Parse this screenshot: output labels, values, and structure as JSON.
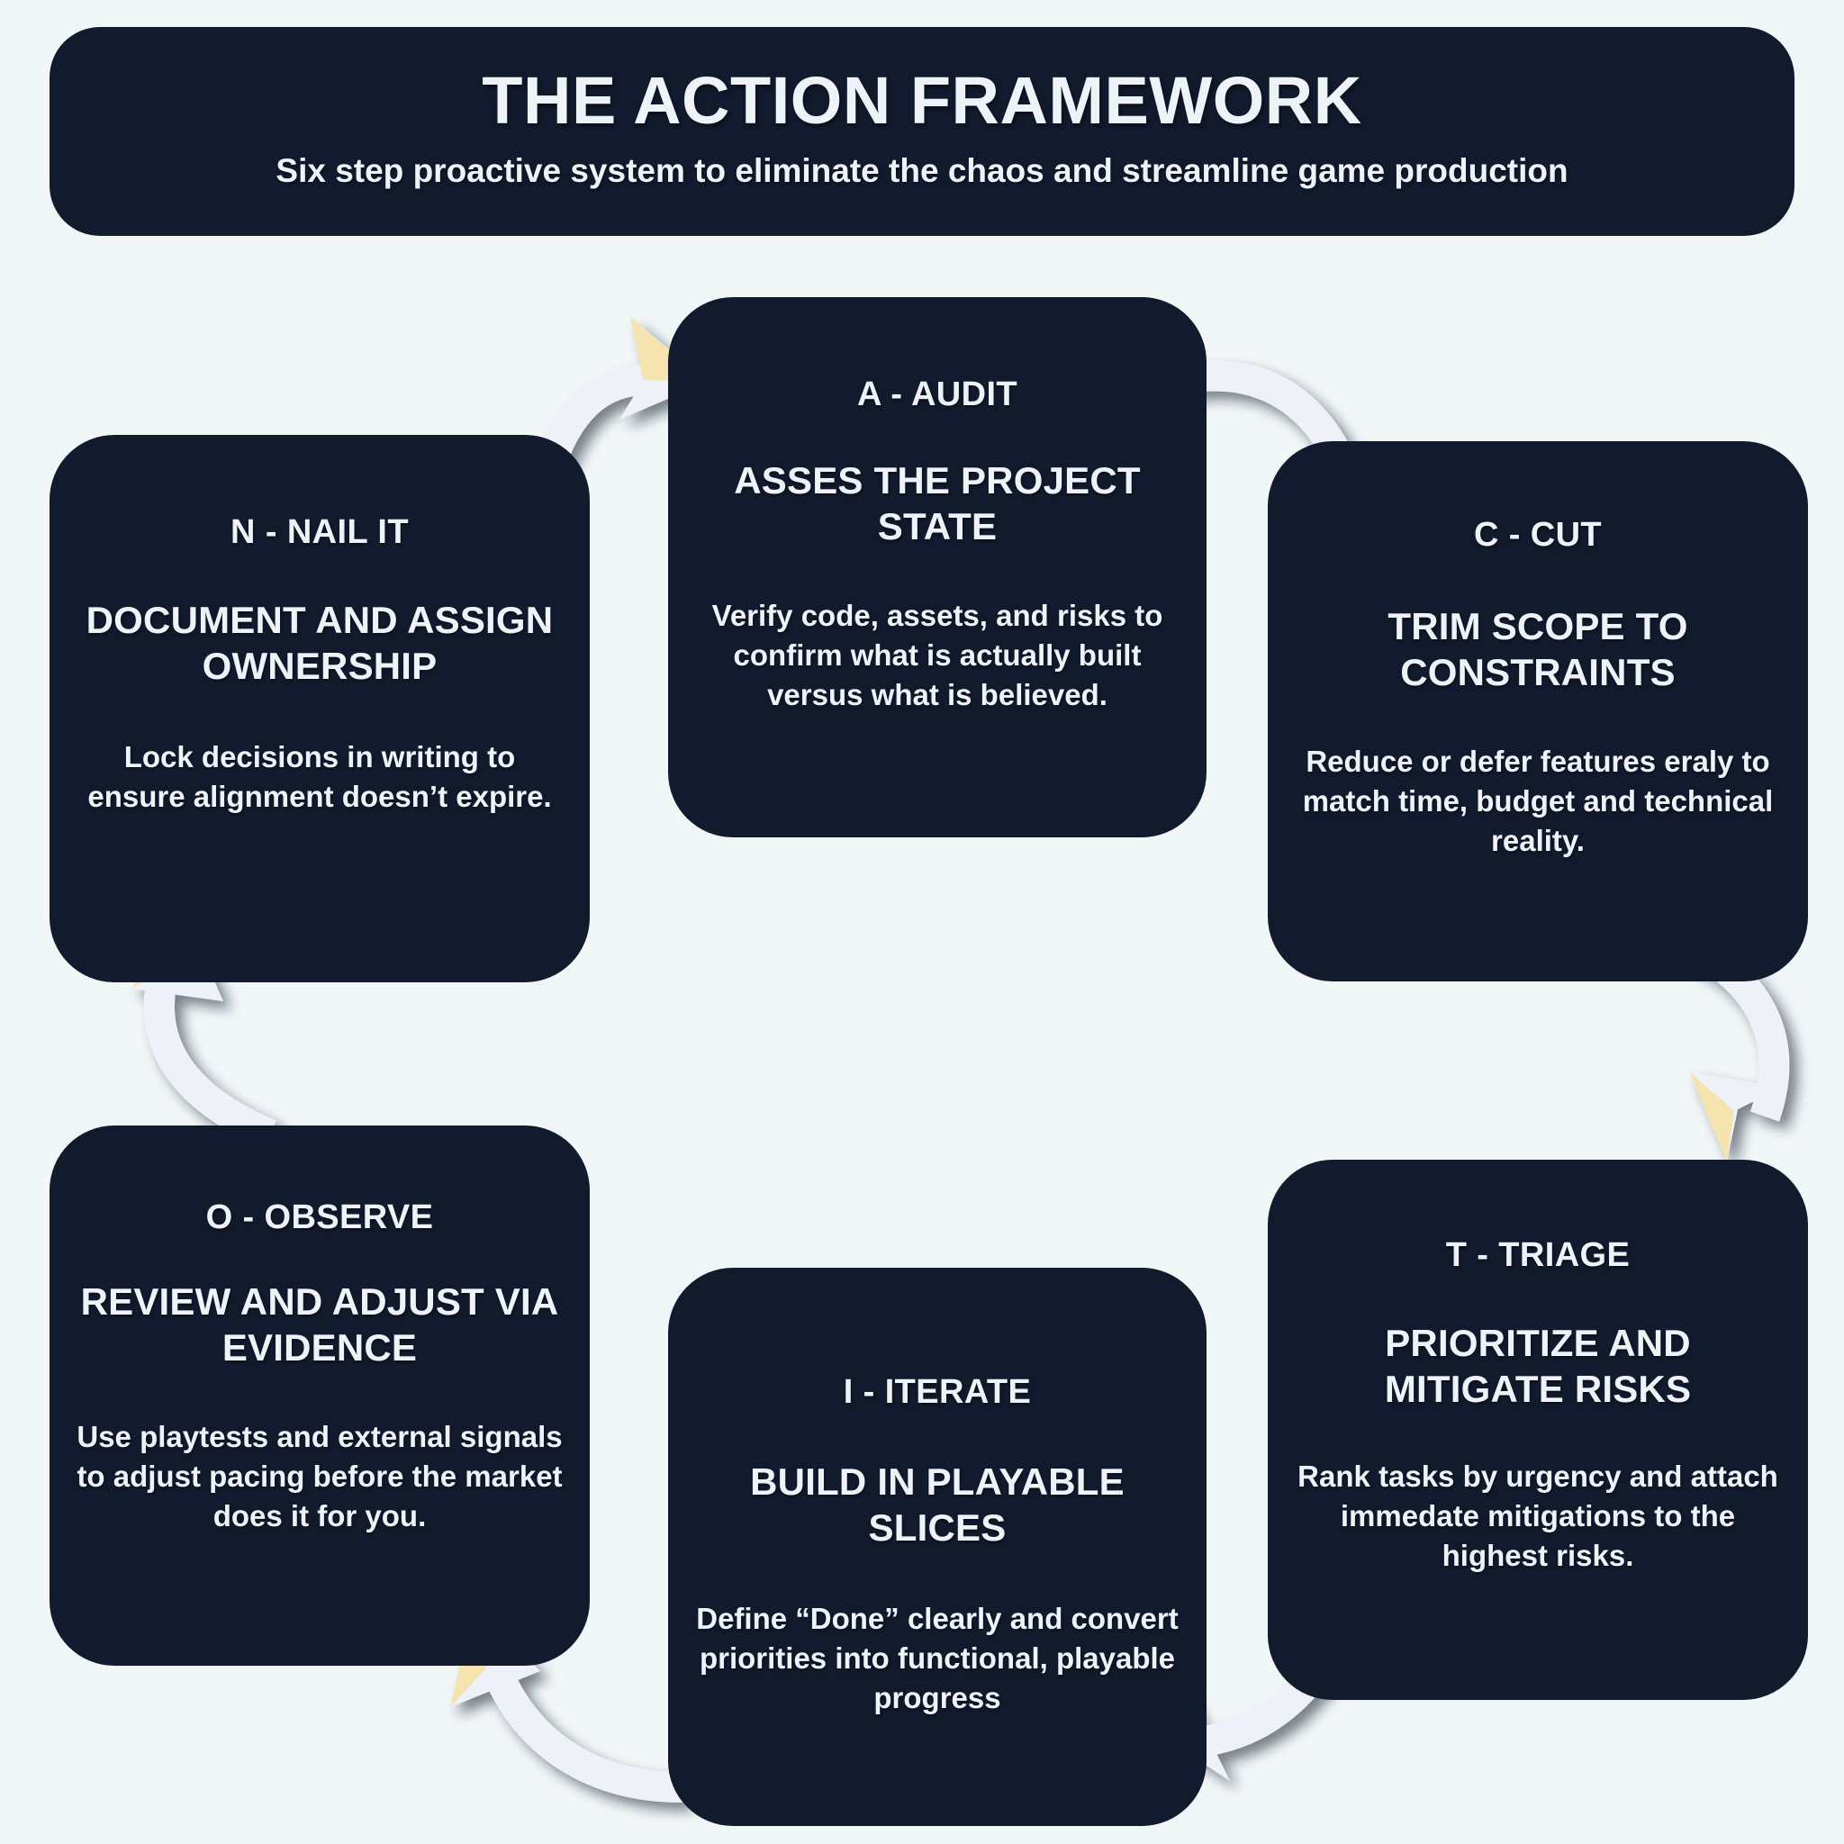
{
  "header": {
    "title": "THE ACTION FRAMEWORK",
    "subtitle": "Six step proactive system to eliminate the chaos and streamline game production"
  },
  "colors": {
    "background": "#f1f6f7",
    "card": "#121a2e",
    "text": "#eef3f8",
    "arrow_fill": "#eef1f8",
    "arrow_shadow": "#121a2e",
    "arrow_highlight": "#f5e3b0"
  },
  "steps": [
    {
      "id": "audit",
      "key": "A - AUDIT",
      "headline": "ASSES THE PROJECT STATE",
      "body": "Verify code, assets, and risks to confirm what is actually built versus what is believed."
    },
    {
      "id": "cut",
      "key": "C - CUT",
      "headline": "TRIM SCOPE TO CONSTRAINTS",
      "body": "Reduce or defer features eraly to match time, budget and technical reality."
    },
    {
      "id": "triage",
      "key": "T - TRIAGE",
      "headline": "PRIORITIZE AND MITIGATE RISKS",
      "body": "Rank tasks by urgency and attach immedate mitigations to the highest risks."
    },
    {
      "id": "iterate",
      "key": "I - ITERATE",
      "headline": "BUILD IN PLAYABLE SLICES",
      "body": "Define “Done” clearly and convert priorities into functional, playable progress"
    },
    {
      "id": "observe",
      "key": "O - OBSERVE",
      "headline": "REVIEW AND ADJUST VIA EVIDENCE",
      "body": "Use playtests and external signals to adjust pacing before the market does it for you."
    },
    {
      "id": "nail",
      "key": "N - NAIL IT",
      "headline": "DOCUMENT AND ASSIGN OWNERSHIP",
      "body": "Lock decisions in writing to ensure alignment doesn’t expire."
    }
  ],
  "flow": [
    {
      "from": "N - NAIL IT",
      "to": "A - AUDIT"
    },
    {
      "from": "A - AUDIT",
      "to": "C - CUT"
    },
    {
      "from": "C - CUT",
      "to": "T - TRIAGE"
    },
    {
      "from": "T - TRIAGE",
      "to": "I - ITERATE"
    },
    {
      "from": "I - ITERATE",
      "to": "O - OBSERVE"
    },
    {
      "from": "O - OBSERVE",
      "to": "N - NAIL IT"
    }
  ]
}
